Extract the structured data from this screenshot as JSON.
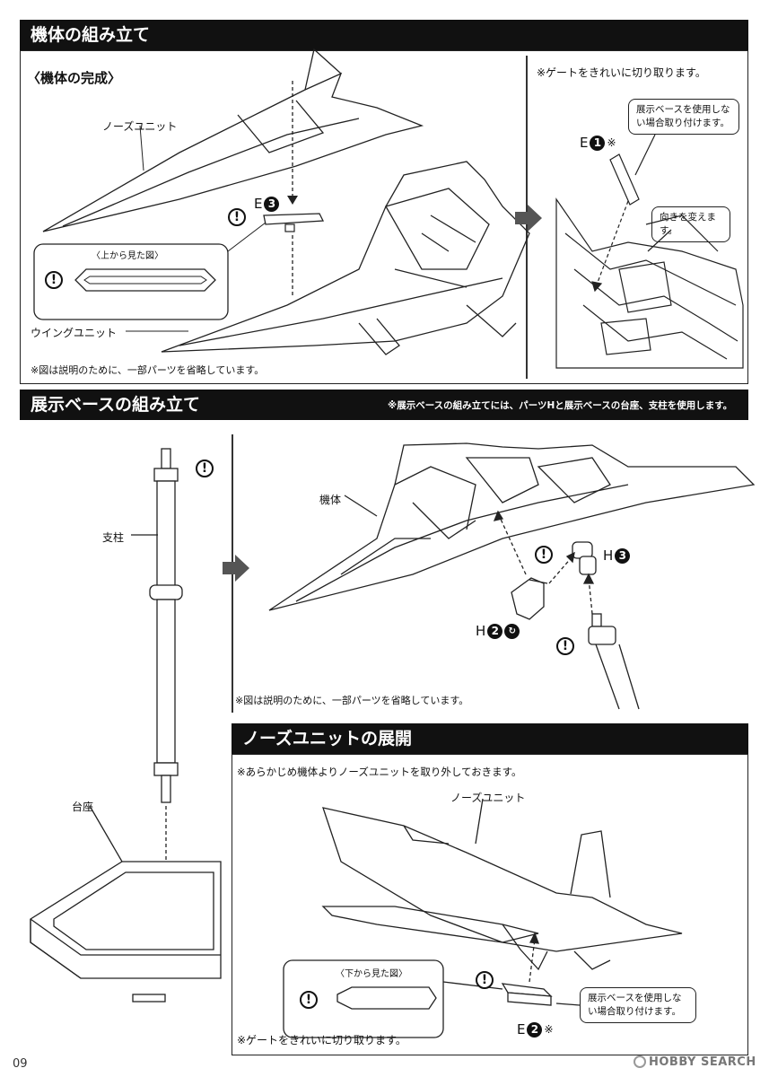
{
  "section1": {
    "title": "機体の組み立て",
    "subtitle": "〈機体の完成〉",
    "nose_unit_label": "ノーズユニット",
    "wing_unit_label": "ウイングユニット",
    "top_view_label": "〈上から見た図〉",
    "part_e3": {
      "letter": "E",
      "num": "3"
    },
    "note_omit": "※図は説明のために、一部パーツを省略しています。",
    "gate_note": "※ゲートをきれいに切り取ります。",
    "callout_stand": "展示ベースを使用しない場合取り付けます。",
    "part_e1": {
      "letter": "E",
      "num": "1",
      "mark": "※"
    },
    "callout_turn": "向きを変えます。"
  },
  "section2": {
    "title": "展示ベースの組み立て",
    "note_right": "※展示ベースの組み立てには、パーツHと展示ベースの台座、支柱を使用します。",
    "pillar_label": "支柱",
    "base_label": "台座",
    "body_label": "機体",
    "part_h3": {
      "letter": "H",
      "num": "3"
    },
    "part_h2": {
      "letter": "H",
      "num": "2"
    },
    "note_omit": "※図は説明のために、一部パーツを省略しています。"
  },
  "section3": {
    "title": "ノーズユニットの展開",
    "note_remove": "※あらかじめ機体よりノーズユニットを取り外しておきます。",
    "nose_unit_label": "ノーズユニット",
    "bottom_view_label": "〈下から見た図〉",
    "callout_stand": "展示ベースを使用しない場合取り付けます。",
    "part_e2": {
      "letter": "E",
      "num": "2",
      "mark": "※"
    },
    "gate_note": "※ゲートをきれいに切り取ります。"
  },
  "footer": {
    "page_number": "09",
    "watermark": "HOBBY SEARCH"
  },
  "warn_symbol": "!"
}
